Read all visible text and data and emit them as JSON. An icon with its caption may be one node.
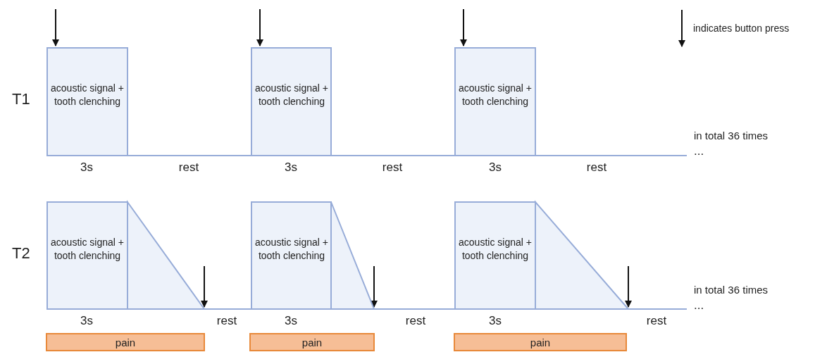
{
  "diagram": {
    "nodes": [
      {
        "text": [
          "acoustic signal + tooth clenching"
        ]
      },
      {
        "text": [
          "acoustic signal + tooth clenching"
        ]
      },
      {
        "text": [
          "acoustic signal + tooth clenching"
        ]
      },
      {
        "text": [
          "acoustic signal + tooth clenching"
        ]
      },
      {
        "text": [
          "acoustic signal + tooth clenching"
        ]
      },
      {
        "text": [
          "acoustic signal + tooth clenching"
        ]
      },
      {
        "text": [
          "pain"
        ]
      },
      {
        "text": [
          "pain"
        ]
      },
      {
        "text": [
          "pain"
        ]
      },
      {
        "text": [],
        "shape": "triangle"
      },
      {
        "text": [],
        "shape": "triangle"
      },
      {
        "text": [],
        "shape": "triangle"
      }
    ],
    "edges": [
      {
        "from": null,
        "to": 0,
        "arrow": "to"
      },
      {
        "from": null,
        "to": 1,
        "arrow": "to"
      },
      {
        "from": null,
        "to": 2,
        "arrow": "to"
      },
      {
        "from": null,
        "to": 9,
        "arrow": "to"
      },
      {
        "from": null,
        "to": 10,
        "arrow": "to"
      },
      {
        "from": null,
        "to": 11,
        "arrow": "to"
      }
    ],
    "labels": [
      "T1",
      "in total 36 times",
      "...",
      "3s",
      "rest",
      "3s",
      "rest",
      "3s",
      "rest",
      "T2",
      "in total 36 times",
      "...",
      "3s",
      "rest",
      "3s",
      "rest",
      "3s",
      "rest"
    ],
    "legend": [
      {
        "text": "indicates button press"
      }
    ]
  }
}
